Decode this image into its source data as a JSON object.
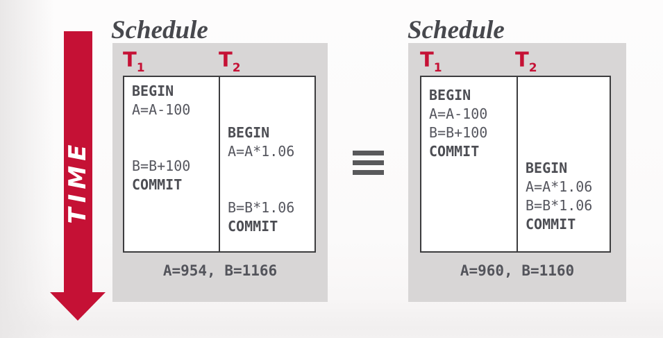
{
  "colors": {
    "accent_red": "#c51135",
    "panel_gray": "#d8d6d6",
    "code_text": "#55565e",
    "title_text": "#47484d",
    "equiv_gray": "#59595b"
  },
  "time_arrow": {
    "label": "TIME"
  },
  "equivalence": {
    "glyph": "≡",
    "meaning": "schedules-are-equivalent"
  },
  "panels": [
    {
      "title": "Schedule",
      "columns": [
        {
          "header": {
            "t": "T",
            "sub": "1"
          },
          "lines": [
            {
              "text": "BEGIN",
              "bold": true
            },
            {
              "text": "A=A-100"
            },
            {
              "text": ""
            },
            {
              "text": ""
            },
            {
              "text": "B=B+100"
            },
            {
              "text": "COMMIT",
              "bold": true
            }
          ]
        },
        {
          "header": {
            "t": "T",
            "sub": "2"
          },
          "lines": [
            {
              "text": ""
            },
            {
              "text": ""
            },
            {
              "text": "BEGIN",
              "bold": true
            },
            {
              "text": "A=A*1.06"
            },
            {
              "text": ""
            },
            {
              "text": ""
            },
            {
              "text": "B=B*1.06"
            },
            {
              "text": "COMMIT",
              "bold": true
            }
          ]
        }
      ],
      "result": "A=954, B=1166"
    },
    {
      "title": "Schedule",
      "columns": [
        {
          "header": {
            "t": "T",
            "sub": "1"
          },
          "lines": [
            {
              "text": "BEGIN",
              "bold": true
            },
            {
              "text": "A=A-100"
            },
            {
              "text": "B=B+100"
            },
            {
              "text": "COMMIT",
              "bold": true
            }
          ]
        },
        {
          "header": {
            "t": "T",
            "sub": "2"
          },
          "lines": [
            {
              "text": ""
            },
            {
              "text": ""
            },
            {
              "text": ""
            },
            {
              "text": ""
            },
            {
              "text": "BEGIN",
              "bold": true
            },
            {
              "text": "A=A*1.06"
            },
            {
              "text": "B=B*1.06"
            },
            {
              "text": "COMMIT",
              "bold": true
            }
          ]
        }
      ],
      "result": "A=960, B=1160"
    }
  ]
}
